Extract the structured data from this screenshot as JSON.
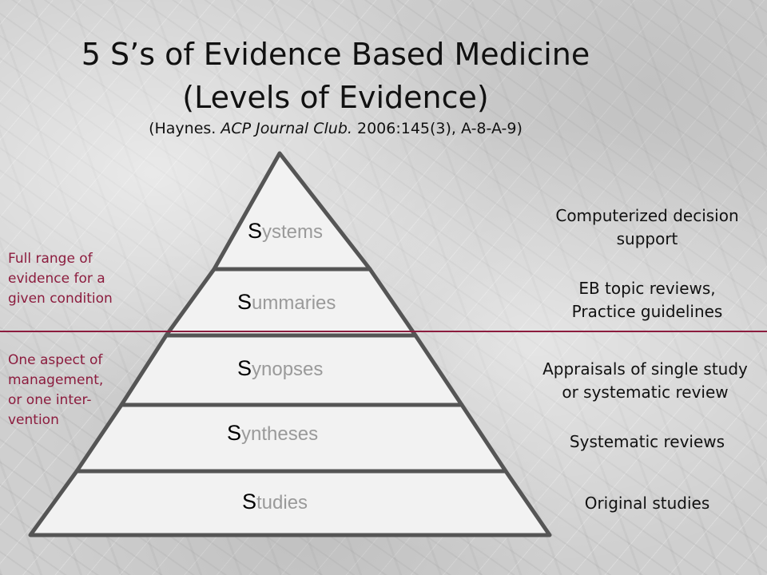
{
  "title": {
    "line1": "5 S’s of Evidence Based Medicine",
    "line2": "(Levels of Evidence)",
    "citation_prefix": "(Haynes. ",
    "citation_journal": "ACP Journal Club.",
    "citation_suffix": " 2006:145(3), A-8-A-9)"
  },
  "tiers": [
    {
      "initial": "S",
      "rest": "ystems",
      "description": [
        "Computerized decision",
        "support"
      ]
    },
    {
      "initial": "S",
      "rest": "ummaries",
      "description": [
        "EB topic reviews,",
        "Practice guidelines"
      ]
    },
    {
      "initial": "S",
      "rest": "ynopses",
      "description": [
        "Appraisals of single study",
        "or systematic review"
      ]
    },
    {
      "initial": "S",
      "rest": "yntheses",
      "description": [
        "Systematic reviews"
      ]
    },
    {
      "initial": "S",
      "rest": "tudies",
      "description": [
        "Original studies"
      ]
    }
  ],
  "side_notes": {
    "upper": [
      "Full range of",
      "evidence for a",
      "given condition"
    ],
    "lower": [
      "One aspect of",
      "management,",
      "or one inter-",
      "vention"
    ]
  },
  "colors": {
    "pyramid_stroke": "#555555",
    "pyramid_fill": "#f2f2f2",
    "tier_label": "#9a9a9a",
    "side_note": "#8c1c3e",
    "divider": "#8c1c3e"
  }
}
